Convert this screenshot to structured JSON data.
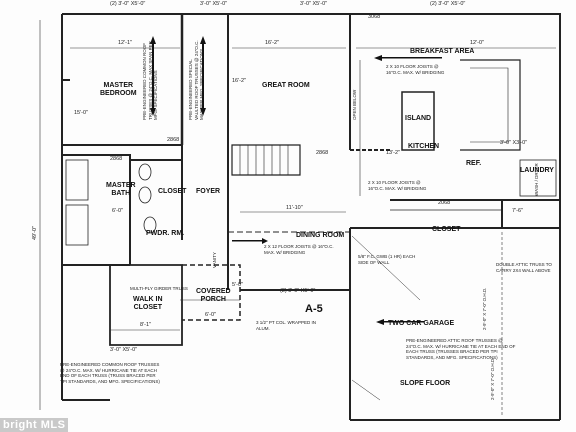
{
  "sheet": {
    "id": "A-5"
  },
  "rooms": {
    "master_bedroom": "MASTER\nBEDROOM",
    "great_room": "GREAT ROOM",
    "breakfast_area": "BREAKFAST AREA",
    "island": "ISLAND",
    "kitchen": "KITCHEN",
    "master_bath": "MASTER\nBATH",
    "closet_small": "CLOSET",
    "foyer": "FOYER",
    "pwdr_rm": "PWDR. RM.",
    "dining_room": "DINING ROOM",
    "closet_kitchen": "CLOSET",
    "laundry": "LAUNDRY",
    "walk_in_closet": "WALK IN\nCLOSET",
    "covered_porch": "COVERED\nPORCH",
    "two_car_garage": "TWO CAR GARAGE",
    "slope_floor": "SLOPE FLOOR",
    "ref": "REF."
  },
  "dimensions": {
    "top_1": "(2) 3'-0\" X5'-0\"",
    "top_2": "3'-0\" X5'-0\"",
    "top_3": "3'-0\" X5'-0\"",
    "top_4": "(2) 3'-0\" X5'-0\"",
    "mb_w": "12'-1\"",
    "gr_w": "16'-2\"",
    "mb_h": "15'-0\"",
    "gr_h": "16'-2\"",
    "bath_w": "6'-0\"",
    "foyer_w": "11'-10\"",
    "kitchen_h": "13'-2\"",
    "breakfast_w": "12'-0\"",
    "porch_w": "6'-0\"",
    "porch_h": "5'-0\"",
    "wic_w": "8'-1\"",
    "lower_win": "(2) 3'-0\" X5'-0\"",
    "bottom_win": "3'-0\" X5'-0\"",
    "side_left": "49'-0\"",
    "right_win": "3'-0\" X3'-0\"",
    "laundry_w": "7'-6\"",
    "d2868a": "2868",
    "d2868b": "2868",
    "d2868c": "2868",
    "d3068": "3068",
    "d2068": "2068"
  },
  "notes": {
    "truss_mb": "PRE-ENGINEERED COMMON ROOF TRUSSES @ 24\"O.C. MAX SPAN PER MFG. SPECIFICATIONS",
    "truss_gr": "PRE-ENGINEERED SPECIAL VAULTED ROOF TRUSSES @ 24\"O.C. MAX PER MFG. SPECIFICATIONS",
    "truss_breakfast": "2 X 10 FLOOR JOISTS @ 16\"O.C. MAX. W/ BRIDGING",
    "truss_dining": "2 X 12 FLOOR JOISTS @ 16\"O.C. MAX. W/ BRIDGING",
    "truss_kitchen": "2 X 10 FLOOR JOISTS @ 16\"O.C. MAX. W/ BRIDGING",
    "truss_left_bottom": "PRE-ENGINEERED COMMON ROOF TRUSSES @ 24\"O.C. MAX. W/ HURRICANE TIE AT EACH END OF EACH TRUSS (TRUSS BRACED PER TPI STANDARDS, AND MFG. SPECIFICATIONS)",
    "truss_garage": "PRE-ENGINEERED ATTIC ROOF TRUSSES @ 24\"O.C. MAX. W/ HURRICANE TIE AT EACH END OF EACH TRUSS (TRUSSES BRACED PER TPI STANDARDS, AND MFG. SPECIFICATIONS)",
    "garage_door": "5/8\" F.C. GWB (1 HR) EACH SIDE OF WALL",
    "double_attic": "DOUBLE ATTIC TRUSS TO CARRY 2X4 WALL ABOVE",
    "multi_ply": "MULTI-PLY GIRDER TRUSS",
    "column": "3 1/2\" PT COL. WRAPPED IN ALUM.",
    "garage_door_size": "2-9'-0\" X 7'-0\" O.H.D.",
    "garage_door_size2": "2-9'-0\" X 7'-0\" O.H.D.",
    "wash_dryer": "WASH / DRYER",
    "vanity": "VANITY",
    "open_below": "OPEN BELOW"
  },
  "watermark": {
    "text": "bright MLS"
  }
}
